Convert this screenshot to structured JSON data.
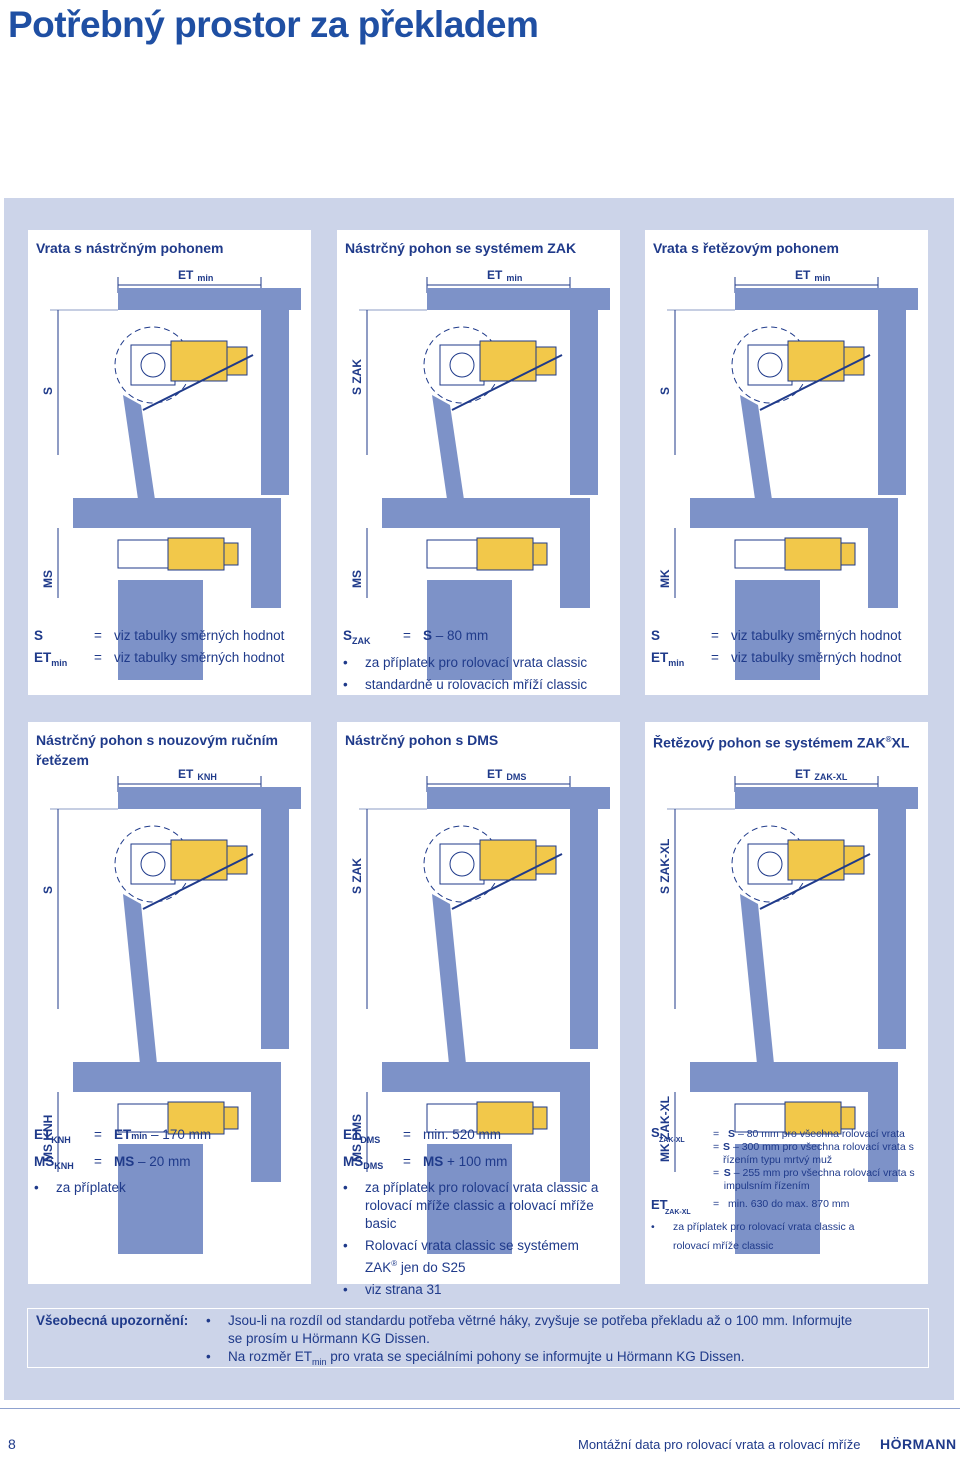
{
  "page_title": "Potřebný prostor za překladem",
  "colors": {
    "blue_dark": "#1f3a8a",
    "wall": "#7d92c8",
    "motor": "#f2c84a",
    "bg": "#ccd4e9"
  },
  "panels": [
    {
      "title": "Vrata s nástrčným pohonem",
      "et_label": "ET",
      "et_sub": "min",
      "s_label": "S",
      "s_sub": "",
      "ms_label": "MS",
      "ms_sub": ""
    },
    {
      "title": "Nástrčný pohon se systémem ZAK",
      "et_label": "ET",
      "et_sub": "min",
      "s_label": "S",
      "s_sub": "ZAK",
      "ms_label": "MS",
      "ms_sub": ""
    },
    {
      "title": "Vrata s řetězovým pohonem",
      "et_label": "ET",
      "et_sub": "min",
      "s_label": "S",
      "s_sub": "",
      "ms_label": "MK",
      "ms_sub": ""
    },
    {
      "title": "Nástrčný pohon s nouzovým ručním",
      "title2": "řetězem",
      "et_label": "ET",
      "et_sub": "KNH",
      "s_label": "S",
      "s_sub": "",
      "ms_label": "MS",
      "ms_sub": "KNH"
    },
    {
      "title": "Nástrčný pohon s DMS",
      "et_label": "ET",
      "et_sub": "DMS",
      "s_label": "S",
      "s_sub": "ZAK",
      "ms_label": "MS",
      "ms_sub": "DMS"
    },
    {
      "title": "Řetězový pohon se systémem ZAK",
      "title_sup": "®",
      "title_after": "XL",
      "et_label": "ET",
      "et_sub": "ZAK-XL",
      "s_label": "S",
      "s_sub": "ZAK-XL",
      "ms_label": "MK",
      "ms_sub": "ZAK-XL"
    }
  ],
  "legend1": {
    "r1k": "S",
    "r1v": "viz tabulky směrných hodnot",
    "r2k": "ET",
    "r2s": "min",
    "r2v": "viz tabulky směrných hodnot"
  },
  "legend2": {
    "r1k": "S",
    "r1s": "ZAK",
    "r1a": "S",
    "r1v": "– 80 mm",
    "b1": "za příplatek pro rolovací vrata classic",
    "b2": "standardně u rolovacích mříží classic"
  },
  "legend3": {
    "r1k": "S",
    "r1v": "viz tabulky směrných hodnot",
    "r2k": "ET",
    "r2s": "min",
    "r2v": "viz tabulky směrných hodnot"
  },
  "legend4": {
    "r1k": "ET",
    "r1s": "KNH",
    "r1a": "ET",
    "r1as": "min",
    "r1v": "– 170 mm",
    "r2k": "MS",
    "r2s": "KNH",
    "r2a": "MS",
    "r2v": "– 20 mm",
    "b1": "za příplatek"
  },
  "legend5": {
    "r1k": "ET",
    "r1s": "DMS",
    "r1v": "min. 520 mm",
    "r2k": "MS",
    "r2s": "DMS",
    "r2a": "MS",
    "r2v": "+ 100 mm",
    "b1": "za příplatek pro rolovací vrata classic a rolovací mříže classic a rolovací mříže basic",
    "b2a": "Rolovací vrata classic se systémem ZAK",
    "b2sup": "®",
    "b2b": " jen do S25",
    "b3": "viz strana 31"
  },
  "legend6": {
    "r1k": "S",
    "r1s": "ZAK-XL",
    "v1a": "S",
    "v1": "– 80 mm pro všechna rolovací vrata",
    "v2a": "S",
    "v2": "– 300 mm pro všechna rolovací vrata s řízením typu mrtvý muž",
    "v3a": "S",
    "v3": "– 255 mm pro všechna rolovací vrata s impulsním řízením",
    "r2k": "ET",
    "r2s": "ZAK-XL",
    "r2v": "min. 630 do max. 870 mm",
    "b1": "za příplatek pro rolovací vrata classic a rolovací mříže classic"
  },
  "note": {
    "label": "Všeobecná upozornění:",
    "i1": "Jsou-li na rozdíl od standardu potřeba větrné háky, zvyšuje se potřeba překladu až o 100 mm. Informujte se prosím u Hörmann KG Dissen.",
    "i2a": "Na rozměr ET",
    "i2sub": "min",
    "i2b": " pro vrata se speciálními pohony se informujte u Hörmann KG Dissen."
  },
  "footer": {
    "page": "8",
    "text": "Montážní data pro rolovací vrata a rolovací mříže",
    "brand": "HÖRMANN"
  }
}
